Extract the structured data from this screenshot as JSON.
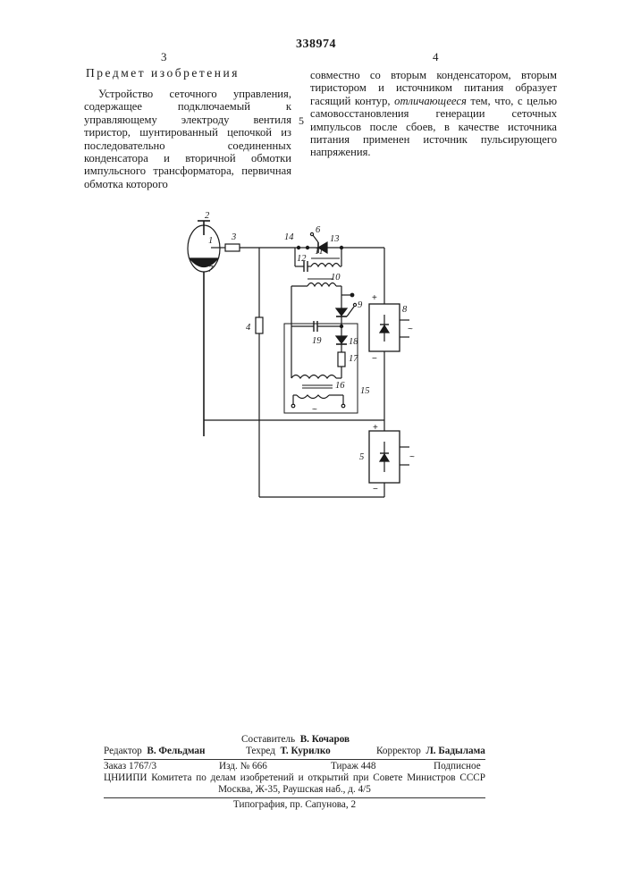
{
  "header": {
    "patent_number": "338974",
    "left_column_number": "3",
    "right_column_number": "4"
  },
  "claims": {
    "title": "Предмет изобретения",
    "left_text": "Устройство сеточного управления, содержащее подключаемый к управляющему электроду вентиля тиристор, шунтированный цепочкой из последовательно соединенных конденсатора и вторичной обмотки импульсного трансформатора, первичная обмотка которого",
    "right_text_1": "совместно со вторым конденсатором, вторым тиристором и источником питания образует гасящий контур, ",
    "right_text_italic": "отличающееся",
    "right_text_2": " тем, что, с целью самовосстановления генерации сеточных импульсов после сбоев, в качестве источника питания применен источник пульсирующего напряжения.",
    "line_number": "5"
  },
  "diagram": {
    "labels": {
      "l1": "1",
      "l2": "2",
      "l3": "3",
      "l4": "4",
      "l5": "5",
      "l6": "6",
      "l7": "7",
      "l8": "8",
      "l9": "9",
      "l10": "10",
      "l11": "11",
      "l12": "12",
      "l13": "13",
      "l14": "14",
      "l15": "15",
      "l16": "16",
      "l17": "17",
      "l18": "18",
      "l19": "19"
    },
    "plus": "+",
    "minus": "−",
    "ac": "~"
  },
  "credits": {
    "compiler_label": "Составитель",
    "compiler_name": "В. Кочаров",
    "editor_label": "Редактор",
    "editor_name": "В. Фельдман",
    "techred_label": "Техред",
    "techred_name": "Т. Курилко",
    "corrector_label": "Корректор",
    "corrector_name": "Л. Бадылама",
    "order": "Заказ 1767/3",
    "edition": "Изд. № 666",
    "circulation": "Тираж 448",
    "subscription": "Подписное",
    "org": "ЦНИИПИ Комитета по делам изобретений и открытий при Совете Министров СССР",
    "address": "Москва, Ж-35, Раушская наб., д. 4/5",
    "printer": "Типография, пр. Сапунова, 2"
  }
}
